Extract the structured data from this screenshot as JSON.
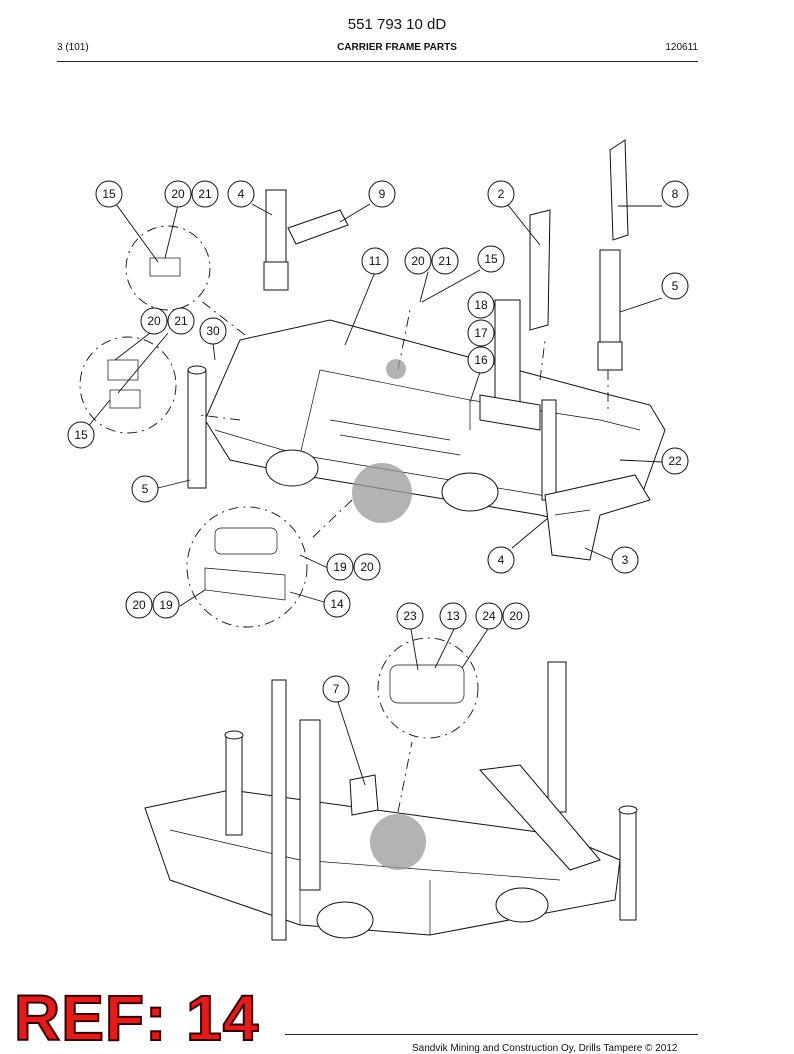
{
  "header": {
    "document_number": "551 793 10 dD",
    "page": "3 (101)",
    "title": "CARRIER FRAME PARTS",
    "code": "120611"
  },
  "callouts": {
    "top": [
      "15",
      "20",
      "21",
      "4",
      "9",
      "2",
      "8",
      "11",
      "20",
      "21",
      "15",
      "5",
      "18",
      "20",
      "21",
      "30",
      "17",
      "16",
      "15",
      "22",
      "5",
      "19",
      "20",
      "4",
      "3",
      "20",
      "19",
      "14"
    ],
    "bottom": [
      "23",
      "13",
      "24",
      "20",
      "7"
    ]
  },
  "stamp": "REF: 14",
  "footer": "Sandvik Mining and Construction Oy, Drills Tampere © 2012"
}
